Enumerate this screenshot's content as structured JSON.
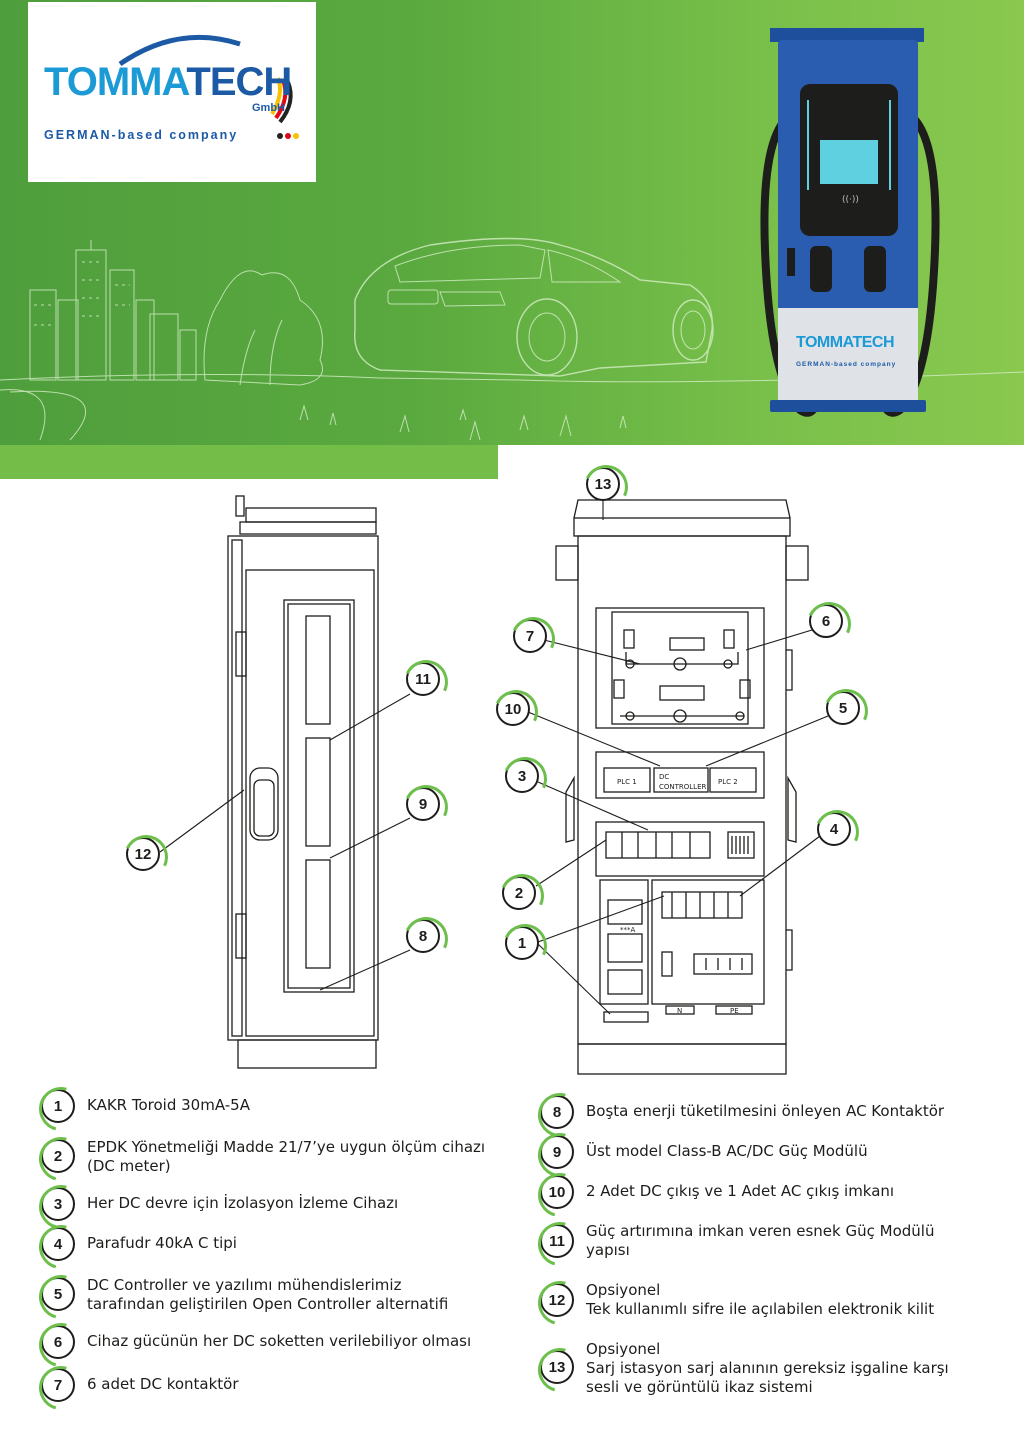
{
  "brand": {
    "name_light": "TOMMA",
    "name_dark": "TECH",
    "suffix": "GmbH",
    "tagline": "GERMAN-based company",
    "colors": {
      "primary": "#1c9ad6",
      "dark": "#1c5aa6",
      "green": "#6cbf4a"
    }
  },
  "charger": {
    "brand": "TOMMATECH",
    "tagline": "GERMAN-based company"
  },
  "drawing": {
    "plc1": "PLC 1",
    "plc2": "PLC 2",
    "dc_controller_1": "DC",
    "dc_controller_2": "CONTROLLER",
    "n_label": "N",
    "pe_label": "PE",
    "breaker_label": "***A"
  },
  "callouts": [
    "1",
    "2",
    "3",
    "4",
    "5",
    "6",
    "7",
    "8",
    "9",
    "10",
    "11",
    "12",
    "13"
  ],
  "legend": {
    "left": [
      {
        "num": "1",
        "lines": [
          "KAKR Toroid 30mA-5A"
        ]
      },
      {
        "num": "2",
        "lines": [
          "EPDK Yönetmeliği Madde 21/7’ye uygun ölçüm cihazı",
          "(DC meter)"
        ]
      },
      {
        "num": "3",
        "lines": [
          "Her DC devre için İzolasyon İzleme Cihazı"
        ]
      },
      {
        "num": "4",
        "lines": [
          "Parafudr 40kA C tipi"
        ]
      },
      {
        "num": "5",
        "lines": [
          "DC Controller ve yazılımı mühendislerimiz",
          "tarafından geliştirilen Open Controller alternatifi"
        ]
      },
      {
        "num": "6",
        "lines": [
          "Cihaz gücünün her DC soketten verilebiliyor olması"
        ]
      },
      {
        "num": "7",
        "lines": [
          "6 adet DC kontaktör"
        ]
      }
    ],
    "right": [
      {
        "num": "8",
        "lines": [
          "Boşta enerji tüketilmesini önleyen AC Kontaktör"
        ]
      },
      {
        "num": "9",
        "lines": [
          "Üst model Class-B AC/DC Güç Modülü"
        ]
      },
      {
        "num": "10",
        "lines": [
          "2 Adet DC çıkış ve 1 Adet AC çıkış imkanı"
        ]
      },
      {
        "num": "11",
        "lines": [
          "Güç artırımına imkan veren esnek Güç Modülü",
          "yapısı"
        ]
      },
      {
        "num": "12",
        "lines": [
          "Opsiyonel",
          "Tek kullanımlı sifre ile açılabilen elektronik kilit"
        ]
      },
      {
        "num": "13",
        "lines": [
          "Opsiyonel",
          "Sarj istasyon sarj alanının gereksiz işgaline karşı",
          "sesli ve görüntülü ikaz sistemi"
        ]
      }
    ]
  }
}
